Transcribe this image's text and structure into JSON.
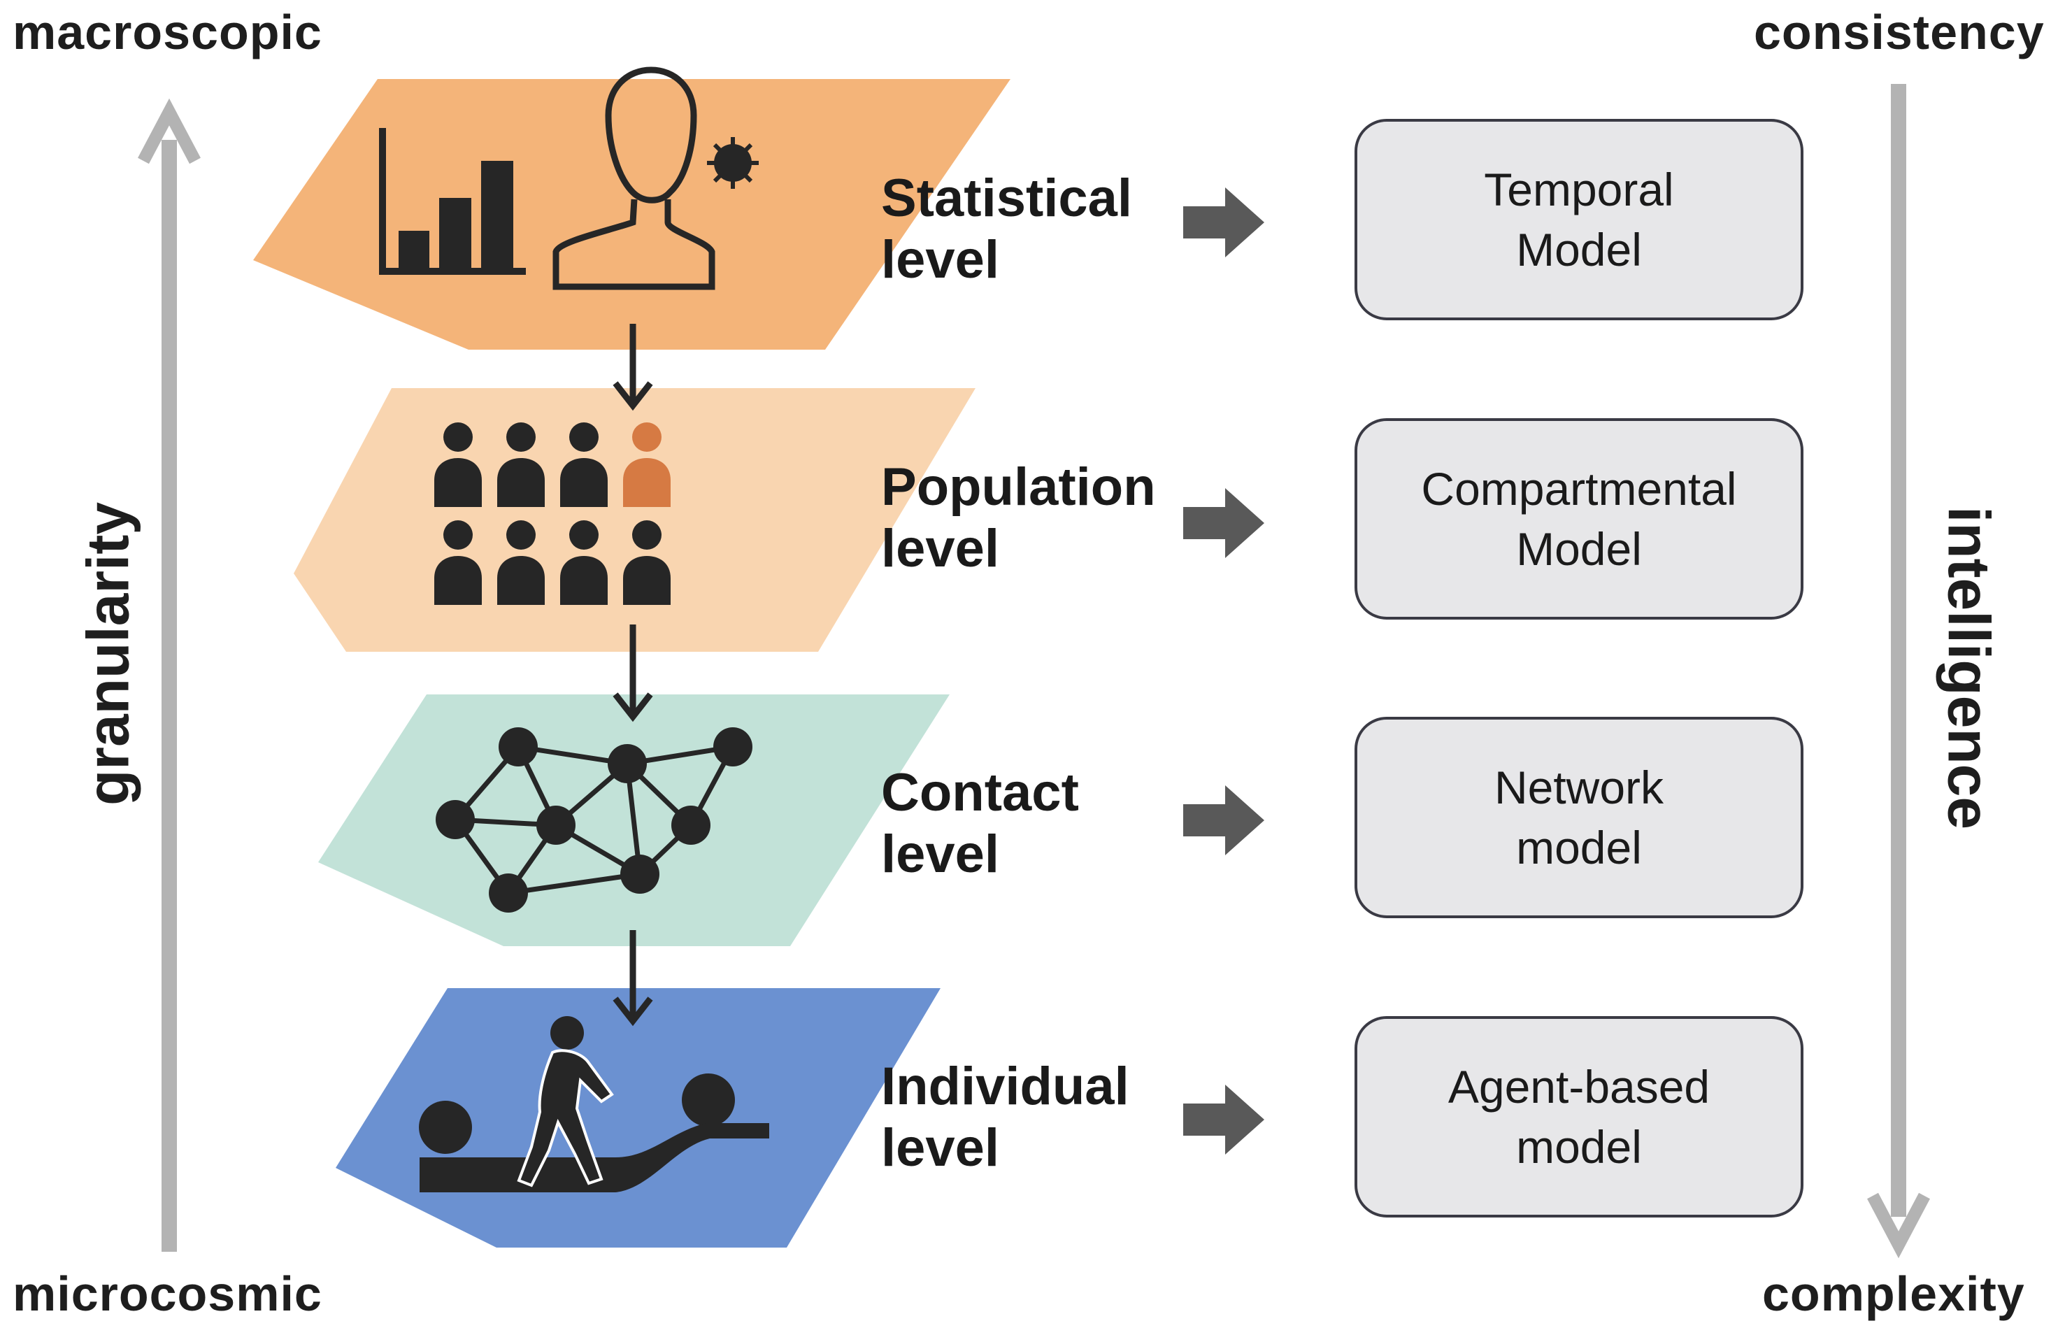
{
  "corners": {
    "top_left": "macroscopic",
    "bottom_left": "microcosmic",
    "top_right": "consistency",
    "bottom_right": "complexity"
  },
  "axes": {
    "left": "granularity",
    "right": "intelligence"
  },
  "levels": [
    {
      "line1": "Statistical",
      "line2": "level",
      "color": "#f4b479"
    },
    {
      "line1": "Population",
      "line2": "level",
      "color": "#f9d5b0"
    },
    {
      "line1": "Contact",
      "line2": "level",
      "color": "#c2e2d8"
    },
    {
      "line1": "Individual",
      "line2": "level",
      "color": "#6b91d1"
    }
  ],
  "models": [
    {
      "line1": "Temporal",
      "line2": "Model"
    },
    {
      "line1": "Compartmental",
      "line2": "Model"
    },
    {
      "line1": "Network",
      "line2": "model"
    },
    {
      "line1": "Agent-based",
      "line2": "model"
    }
  ],
  "colors": {
    "arrow_gray": "#b3b3b3",
    "block_arrow": "#595959",
    "icon_dark": "#262626",
    "infected_orange": "#d67a43"
  },
  "icons": [
    "bar-chart-icon",
    "person-outline-icon",
    "virus-icon",
    "crowd-icon",
    "network-graph-icon",
    "walking-person-icon"
  ]
}
